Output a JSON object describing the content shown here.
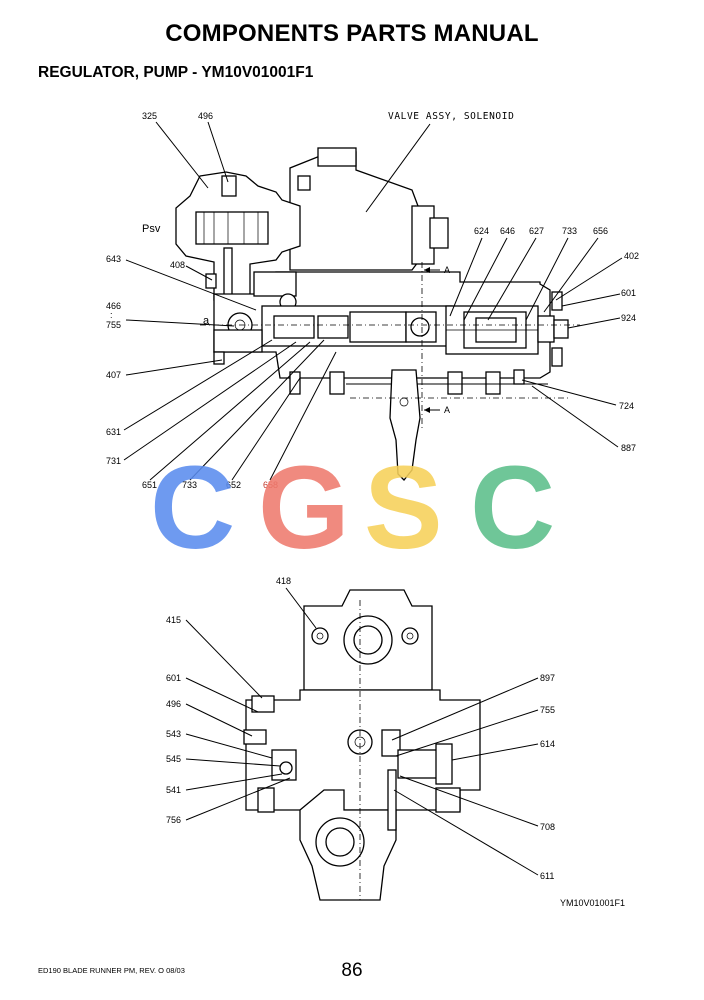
{
  "header": {
    "title": "COMPONENTS PARTS MANUAL",
    "subtitle": "REGULATOR, PUMP - YM10V01001F1"
  },
  "diagram_top": {
    "callouts": {
      "c325": "325",
      "c496": "496",
      "c643": "643",
      "c408": "408",
      "c466": "466",
      "c755": "755",
      "c407": "407",
      "c631": "631",
      "c731": "731",
      "c651": "651",
      "c733b": "733",
      "c652": "652",
      "c658": "658",
      "c624": "624",
      "c646": "646",
      "c627": "627",
      "c733": "733",
      "c656": "656",
      "c402": "402",
      "c601": "601",
      "c924": "924",
      "c724": "724",
      "c887": "887"
    },
    "labels": {
      "valve": "VALVE ASSY, SOLENOID",
      "psv": "Psv",
      "a_port": "a",
      "section_a1": "A",
      "section_a2": "A"
    }
  },
  "diagram_bottom": {
    "callouts": {
      "c418": "418",
      "c415": "415",
      "c601": "601",
      "c496": "496",
      "c543": "543",
      "c545": "545",
      "c541": "541",
      "c756": "756",
      "c897": "897",
      "c755": "755",
      "c614": "614",
      "c708": "708",
      "c611": "611"
    },
    "drawing_number": "YM10V01001F1"
  },
  "watermark": {
    "letters": [
      "C",
      "G",
      "S",
      "C"
    ],
    "colors": [
      "#5b8def",
      "#ee7a6e",
      "#f7d15a",
      "#5cbf8a"
    ]
  },
  "footer": {
    "left": "ED190 BLADE RUNNER PM,  REV. O  08/03",
    "page_number": "86"
  }
}
